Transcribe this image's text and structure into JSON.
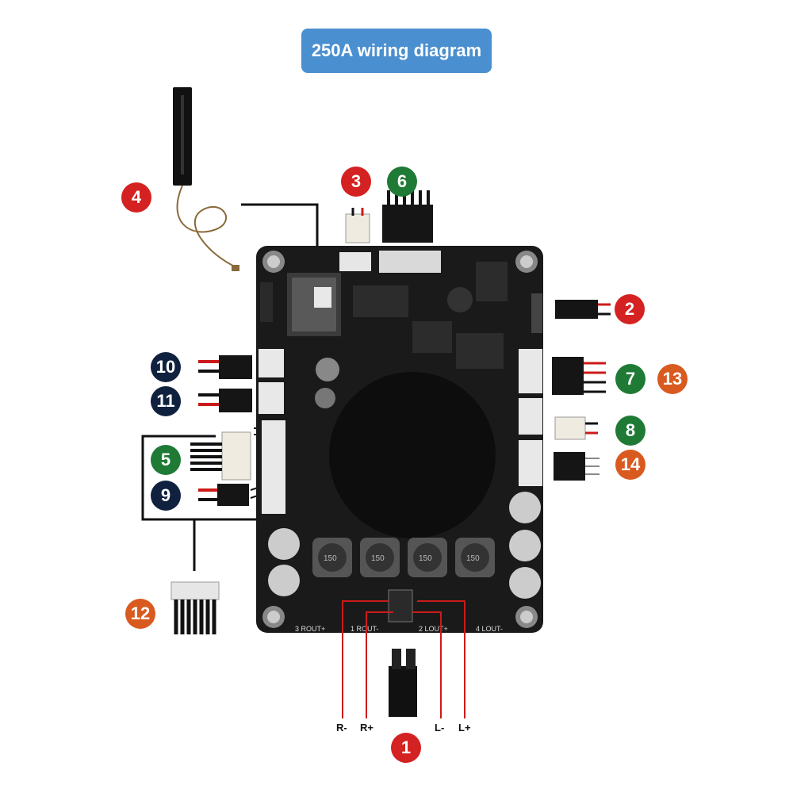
{
  "title": "250A wiring diagram",
  "colors": {
    "title_bg": "#4a8fd0",
    "badge_red": "#d42121",
    "badge_green": "#1e7a35",
    "badge_orange": "#d95a1f",
    "badge_navy": "#10213f",
    "wire_red": "#cc1a1a",
    "board": "#1a1a1a"
  },
  "badges": {
    "b1": "1",
    "b2": "2",
    "b3": "3",
    "b4": "4",
    "b5": "5",
    "b6": "6",
    "b7": "7",
    "b8": "8",
    "b9": "9",
    "b10": "10",
    "b11": "11",
    "b12": "12",
    "b13": "13",
    "b14": "14"
  },
  "speaker_wires": {
    "r_minus": "R-",
    "r_plus": "R+",
    "l_minus": "L-",
    "l_plus": "L+"
  },
  "pcb_text": {
    "rout_left": "3 ROUT+",
    "rout_mid": "1 ROUT-",
    "lout_mid": "2 LOUT+",
    "lout_right": "4 LOUT-",
    "inductor": "150"
  }
}
